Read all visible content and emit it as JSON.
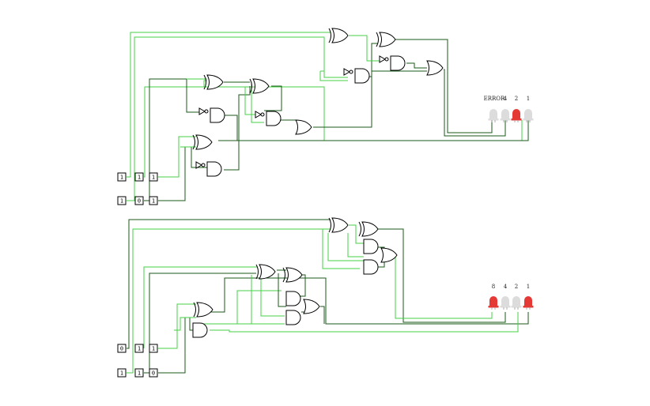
{
  "colors": {
    "wire_high": "#44d044",
    "wire_low": "#1a5a1a",
    "led_on": "#e53935",
    "led_off": "#dcdcdc"
  },
  "circuits": [
    {
      "id": "top",
      "input_rows": [
        {
          "pins": [
            "1",
            "1",
            "1"
          ]
        },
        {
          "pins": [
            "1",
            "0",
            "1"
          ]
        }
      ],
      "leds": [
        {
          "label": "ERROR",
          "state": "off"
        },
        {
          "label": "4",
          "state": "off"
        },
        {
          "label": "2",
          "state": "on"
        },
        {
          "label": "1",
          "state": "off"
        }
      ]
    },
    {
      "id": "bottom",
      "input_rows": [
        {
          "pins": [
            "0",
            "1",
            "1"
          ]
        },
        {
          "pins": [
            "1",
            "1",
            "0"
          ]
        }
      ],
      "leds": [
        {
          "label": "8",
          "state": "on"
        },
        {
          "label": "4",
          "state": "off"
        },
        {
          "label": "2",
          "state": "off"
        },
        {
          "label": "1",
          "state": "on"
        }
      ]
    }
  ]
}
